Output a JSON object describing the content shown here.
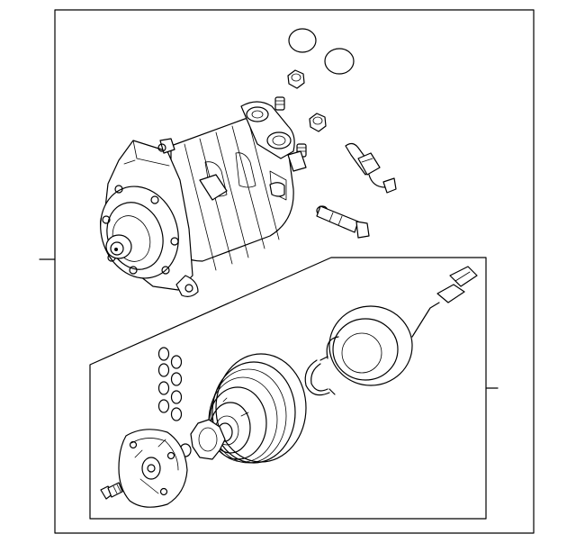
{
  "diagram": {
    "type": "exploded-parts-diagram",
    "colors": {
      "line": "#000000",
      "background": "#ffffff"
    },
    "callout_ticks": [
      "left-callout-tick",
      "right-callout-tick"
    ],
    "parts": [
      "outer-frame",
      "compressor-assembly",
      "o-ring-large",
      "o-ring-large",
      "service-valve-cap",
      "service-valve-cap",
      "pressure-sensor-connector",
      "pressure-relief-valve",
      "clutch-kit-frame",
      "clutch-coil",
      "snap-ring",
      "pulley",
      "shim-washer-set",
      "o-ring-small",
      "armature-plate",
      "retaining-bolt"
    ]
  }
}
